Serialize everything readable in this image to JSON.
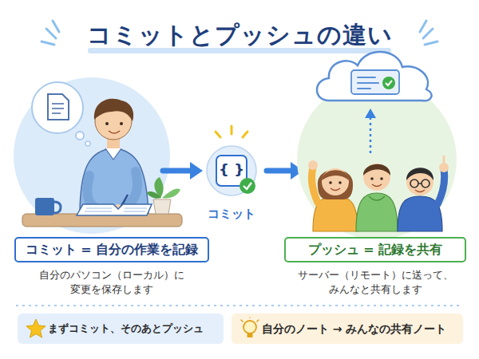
{
  "diagram": {
    "title": "コミットとプッシュの違い",
    "nodes": [
      {
        "text": [
          "コミット = 自分の作業を記録",
          "自分のパソコン（ローカル）に 変更を保存します"
        ]
      },
      {
        "text": [
          "{ }",
          "コミット"
        ]
      },
      {
        "text": [
          "プッシュ = 記録を共有",
          "サーバー（リモート）に送って、 みんなと共有します"
        ]
      },
      {
        "text": [
          "まずコミット、そのあとプッシュ"
        ]
      },
      {
        "text": [
          "自分のノート → みんなの共有ノート"
        ]
      }
    ]
  }
}
